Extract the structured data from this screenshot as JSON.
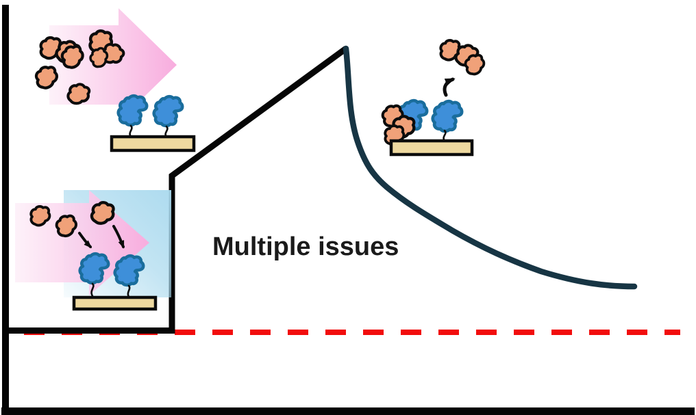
{
  "annotation": {
    "label": "Multiple issues"
  },
  "colors": {
    "c_background": "#ffffff",
    "c_axis": "#050505",
    "c_curve_rise": "#060606",
    "c_curve_decay": "#173544",
    "c_threshold": "#f20d0d",
    "c_analyte_fill": "#f0a179",
    "c_analyte_stroke": "#0c0c0c",
    "c_receptor_fill": "#3e8fd9",
    "c_receptor_stroke": "#1a6d9c",
    "c_surface_fill": "#eed9a0",
    "c_surface_stroke": "#0c0c0c",
    "c_flow_pink_pale": "#fdeff8",
    "c_flow_pink": "#f8acde",
    "c_sample_zone": "#a9d9ee",
    "c_label": "#1a1a1a"
  },
  "icons": [
    "flow-arrow",
    "analyte-molecule",
    "receptor-protein",
    "sensor-surface",
    "receptor-tether",
    "association-arrow",
    "dissociation-arrow",
    "sample-zone-highlight",
    "signal-curve",
    "threshold-dashed-line",
    "x-axis",
    "y-axis"
  ]
}
